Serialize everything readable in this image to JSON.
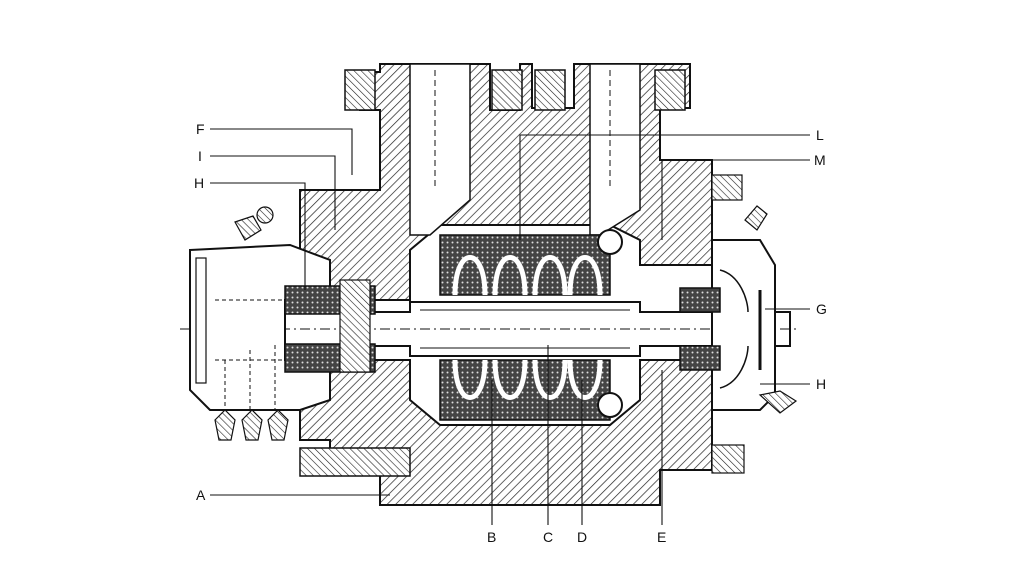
{
  "labels": {
    "F": "F",
    "I": "I",
    "H_left": "H",
    "A": "A",
    "L": "L",
    "M": "M",
    "G": "G",
    "H_right": "H",
    "B": "B",
    "C": "C",
    "D": "D",
    "E": "E"
  },
  "colors": {
    "ink": "#111111",
    "background": "#ffffff"
  }
}
